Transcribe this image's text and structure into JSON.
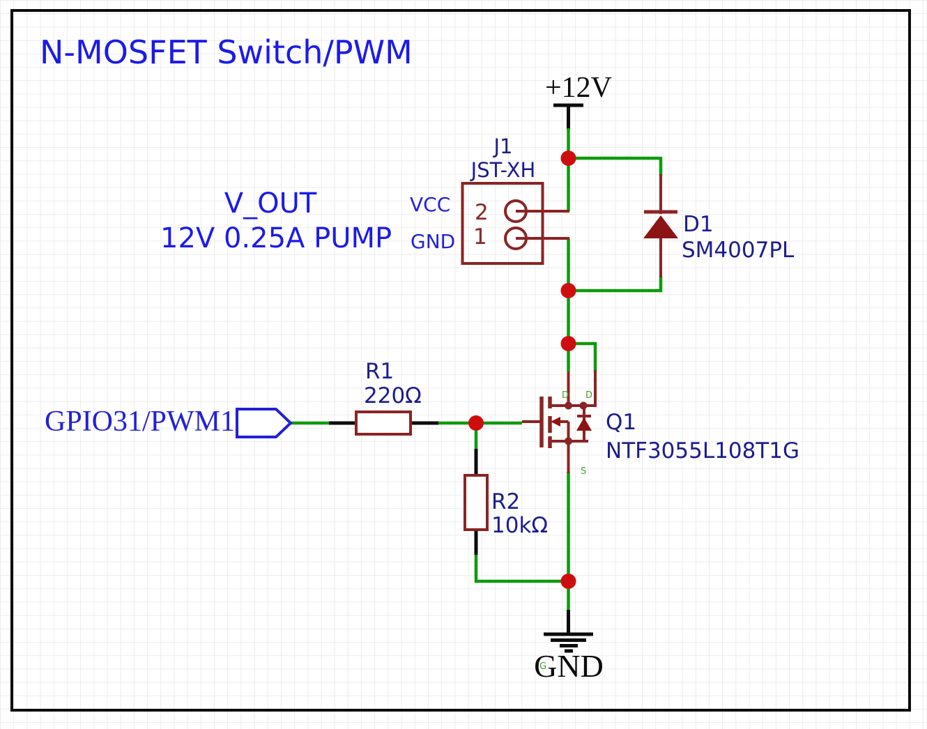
{
  "title": "N-MOSFET Switch/PWM",
  "colors": {
    "wire_green": "#0e9a0e",
    "dark_red": "#8b2424",
    "fill_red": "#8b1414",
    "junction_red": "#ce0e0e",
    "navy": "#1c1c8e",
    "bright_blue": "#1b1be8",
    "net_blue": "#2121d6",
    "pin_green": "#4aa02c",
    "ink": "#0b0b0b"
  },
  "power_flag": {
    "label": "+12V"
  },
  "ground_flag": {
    "label": "GND",
    "pin": "G"
  },
  "note": {
    "line1": "V_OUT",
    "line2": "12V 0.25A PUMP"
  },
  "connector": {
    "designator": "J1",
    "part": "JST-XH",
    "pins": [
      {
        "number": "2",
        "name": "VCC"
      },
      {
        "number": "1",
        "name": "GND"
      }
    ]
  },
  "diode": {
    "designator": "D1",
    "part": "SM4007PL"
  },
  "mosfet": {
    "designator": "Q1",
    "part": "NTF3055L108T1G",
    "pin_labels": {
      "drain1": "D",
      "drain2": "D",
      "source": "S"
    }
  },
  "resistors": [
    {
      "designator": "R1",
      "value": "220Ω"
    },
    {
      "designator": "R2",
      "value": "10kΩ"
    }
  ],
  "input_flag": {
    "label": "GPIO31/PWM1"
  }
}
